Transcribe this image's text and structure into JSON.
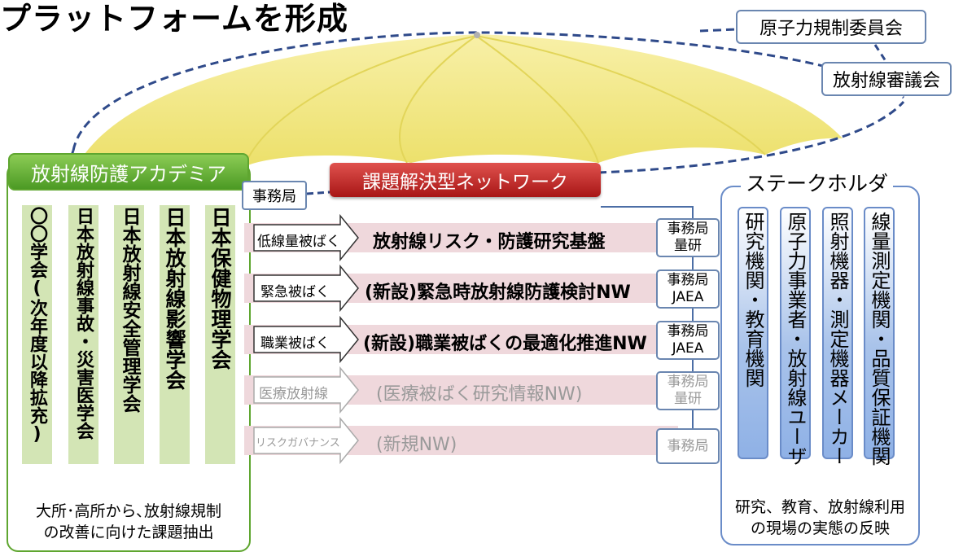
{
  "title": "プラットフォームを形成",
  "regulators": {
    "nra": "原子力規制委員会",
    "council": "放射線審議会"
  },
  "academia": {
    "header": "放射線防護アカデミア",
    "secretariat": "事務局",
    "orgs": [
      "〇〇学会(次年度以降拡充)",
      "日本放射線事故・災害医学会",
      "日本放射線安全管理学会",
      "日本放射線影響学会",
      "日本保健物理学会"
    ],
    "note_line1": "大所･高所から､放射線規制",
    "note_line2": "の改善に向けた課題抽出"
  },
  "network": {
    "header": "課題解決型ネットワーク",
    "rows": [
      {
        "arrow": "低線量被ばく",
        "theme": "放射線リスク・防護研究基盤",
        "sec1": "事務局",
        "sec2": "量研"
      },
      {
        "arrow": "緊急被ばく",
        "theme": "(新設)緊急時放射線防護検討NW",
        "sec1": "事務局",
        "sec2": "JAEA"
      },
      {
        "arrow": "職業被ばく",
        "theme": "(新設)職業被ばくの最適化推進NW",
        "sec1": "事務局",
        "sec2": "JAEA"
      },
      {
        "arrow": "医療放射線",
        "theme": "(医療被ばく研究情報NW)",
        "sec1": "事務局",
        "sec2": "量研"
      },
      {
        "arrow": "リスクガバナンス",
        "theme": "(新規NW)",
        "sec1": "事務局",
        "sec2": ""
      }
    ]
  },
  "stakeholders": {
    "header": "ステークホルダ",
    "items": [
      "研究機関・教育機関",
      "原子力事業者・放射線ユーザ",
      "照射機器・測定機器メーカー",
      "線量測定機関・品質保証機関"
    ],
    "note_line1": "研究、教育、放射線利用",
    "note_line2": "の現場の実態の反映"
  },
  "colors": {
    "umbrella": "#f3ea7c",
    "academia_green": "#5fa630",
    "network_red": "#c8282b",
    "org_fill": "#d3e5b5",
    "band_pink": "#efd8dc",
    "stakeholder_blue": "#6a8cc8",
    "dashed_navy": "#2f4a8a"
  }
}
